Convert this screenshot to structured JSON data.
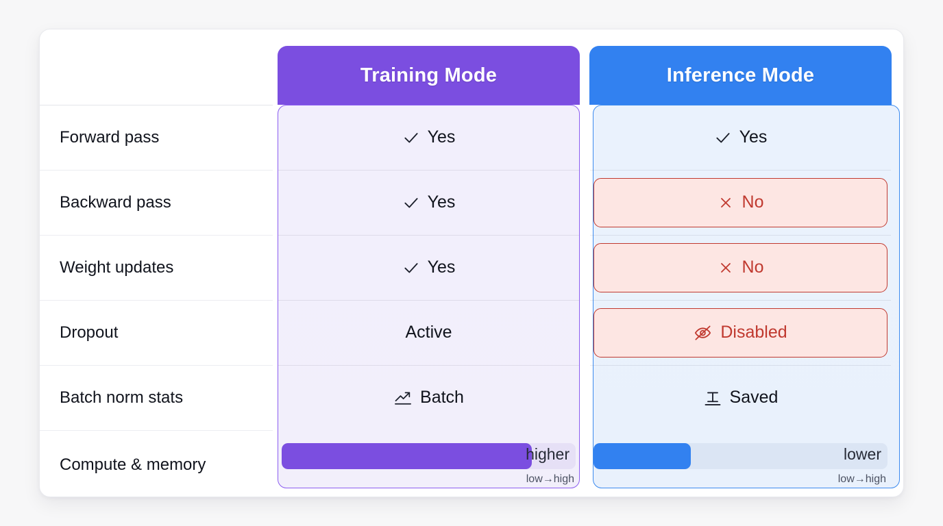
{
  "table": {
    "corner_label": "",
    "columns": [
      {
        "id": "training",
        "label": "Training Mode",
        "accent": "#7b4ee0"
      },
      {
        "id": "inference",
        "label": "Inference Mode",
        "accent": "#3281f0"
      }
    ],
    "rows": [
      {
        "label": "Forward pass",
        "training": {
          "text": "Yes",
          "icon": "check-icon",
          "style": "plain"
        },
        "inference": {
          "text": "Yes",
          "icon": "check-icon",
          "style": "plain"
        }
      },
      {
        "label": "Backward pass",
        "training": {
          "text": "Yes",
          "icon": "check-icon",
          "style": "plain"
        },
        "inference": {
          "text": "No",
          "icon": "cross-icon",
          "style": "negative"
        }
      },
      {
        "label": "Weight updates",
        "training": {
          "text": "Yes",
          "icon": "check-icon",
          "style": "plain"
        },
        "inference": {
          "text": "No",
          "icon": "cross-icon",
          "style": "negative"
        }
      },
      {
        "label": "Dropout",
        "training": {
          "text": "Active",
          "icon": "",
          "style": "plain"
        },
        "inference": {
          "text": "Disabled",
          "icon": "eye-off-icon",
          "style": "negative"
        }
      },
      {
        "label": "Batch norm stats",
        "training": {
          "text": "Batch",
          "icon": "trending-up-icon",
          "style": "plain"
        },
        "inference": {
          "text": "Saved",
          "icon": "i-beam-icon",
          "style": "plain"
        }
      }
    ],
    "meter_row": {
      "label": "Compute & memory",
      "training": {
        "value_label": "higher",
        "scale_label": "low→high",
        "percent": 85
      },
      "inference": {
        "value_label": "lower",
        "scale_label": "low→high",
        "percent": 33
      }
    }
  },
  "colors": {
    "purple": "#7b4ee0",
    "blue": "#3281f0",
    "negative_text": "#c0392f",
    "negative_fill": "#fde6e3",
    "page_bg": "#f7f7f8",
    "card_bg": "#ffffff"
  }
}
